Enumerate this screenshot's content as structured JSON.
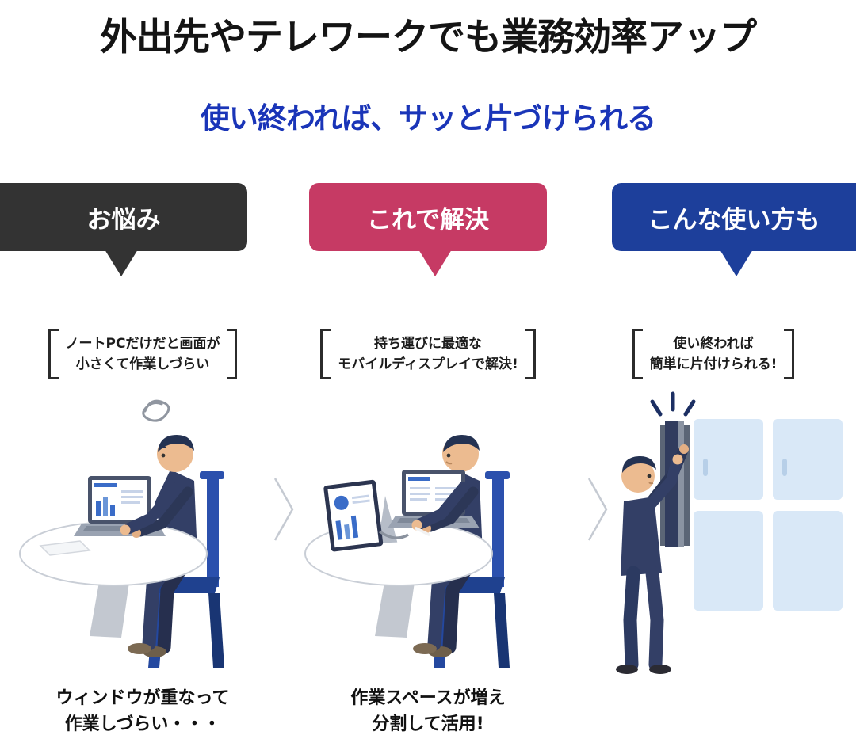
{
  "header": {
    "title": "外出先やテレワークでも業務効率アップ",
    "subtitle": "使い終われば、サッと片づけられる",
    "subtitle_color": "#1a35b8"
  },
  "colors": {
    "tab_text": "#ffffff",
    "separator_chevron": "#c5cad2",
    "bracket": "#2b2b2b",
    "suit": "#333f66",
    "chair": "#2b50ad",
    "cabinet_door": "#d9e8f7"
  },
  "columns": [
    {
      "tab_label": "お悩み",
      "tab_color": "#333333",
      "caption_line1": "ノートPCだけだと画面が",
      "caption_line2": "小さくて作業しづらい",
      "illustration": "man-frustrated-at-small-laptop",
      "bottom_line1": "ウィンドウが重なって",
      "bottom_line2": "作業しづらい・・・"
    },
    {
      "tab_label": "これで解決",
      "tab_color": "#c63a64",
      "caption_line1": "持ち運びに最適な",
      "caption_line2": "モバイルディスプレイで解決!",
      "illustration": "man-with-laptop-and-mobile-display",
      "bottom_line1": "作業スペースが増え",
      "bottom_line2": "分割して活用!"
    },
    {
      "tab_label": "こんな使い方も",
      "tab_color": "#1d3f9b",
      "caption_line1": "使い終われば",
      "caption_line2": "簡単に片付けられる!",
      "illustration": "man-storing-display-in-cabinet",
      "bottom_line1": "",
      "bottom_line2": ""
    }
  ]
}
